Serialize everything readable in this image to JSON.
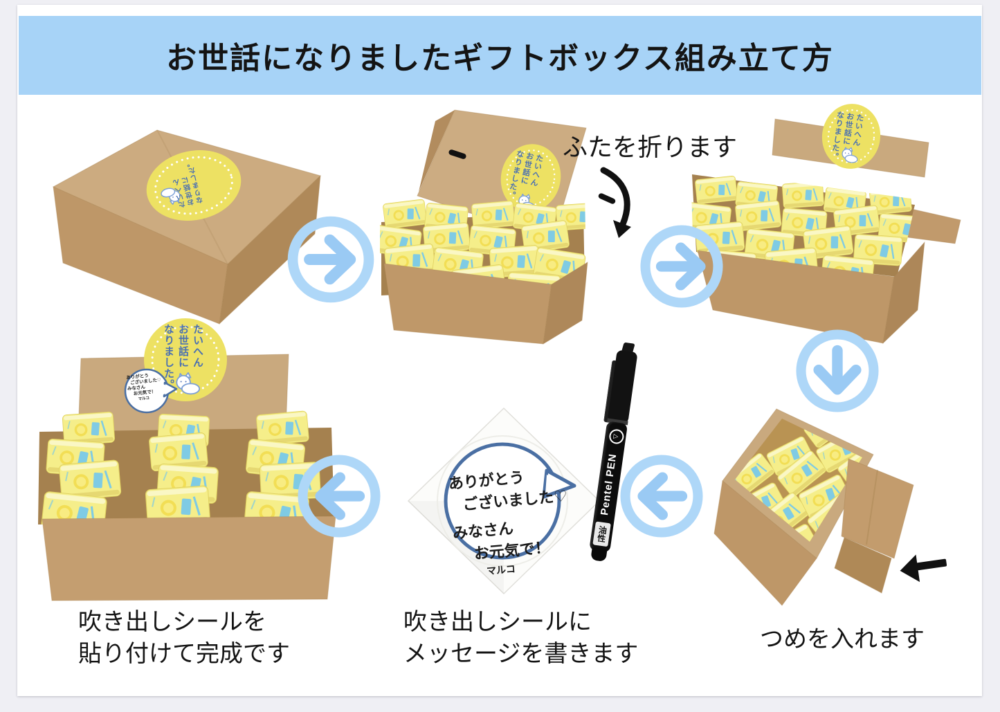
{
  "header": {
    "title": "お世話になりましたギフトボックス組み立て方"
  },
  "steps": {
    "fold_caption": "ふたを折ります",
    "tab_caption": "つめを入れます",
    "write_caption_line1": "吹き出しシールに",
    "write_caption_line2": "メッセージを書きます",
    "attach_caption_line1": "吹き出しシールを",
    "attach_caption_line2": "貼り付けて完成です"
  },
  "gift_sticker": {
    "col1": "たいへん",
    "col2": "お世話に",
    "col3": "なりました。"
  },
  "speech_bubble": {
    "line1": "ありがとう",
    "line2": "ございました♡",
    "line3": "みなさん",
    "line4": "お元気で！",
    "signature": "マルコ"
  },
  "pen": {
    "brand": "Pentel PEN",
    "ink_type": "油性"
  },
  "colors": {
    "banner_blue": "#A7D3F7",
    "arrow_blue": "#AED7F8",
    "arrow_glyph_blue": "#9ACAF4",
    "sticker_yellow": "#EDE163",
    "cardboard_tan": "#C9A87D"
  }
}
